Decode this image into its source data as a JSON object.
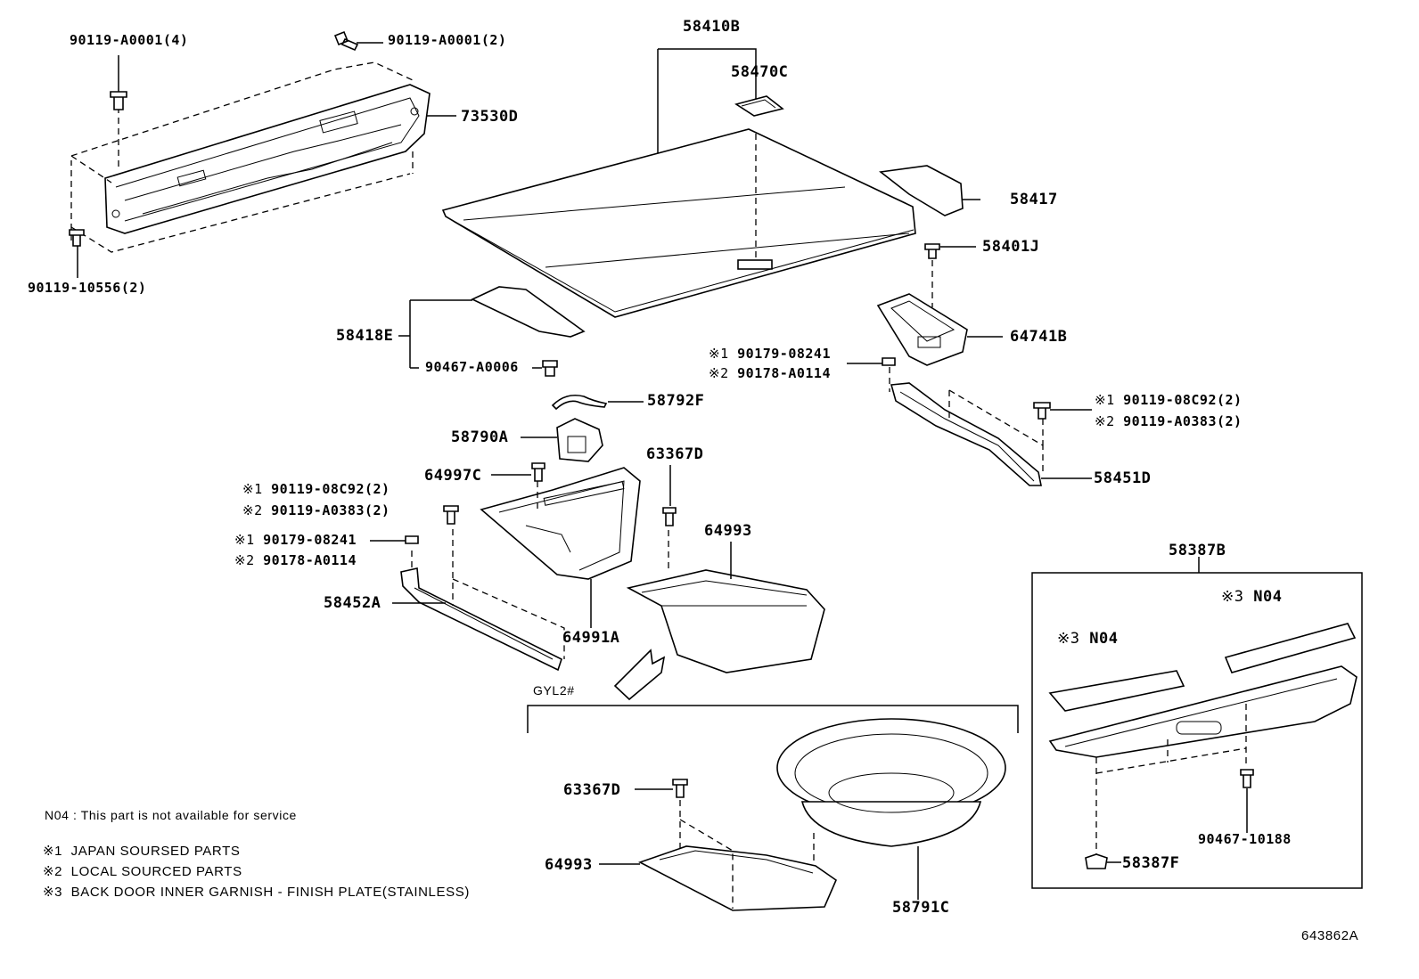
{
  "diagram": {
    "id": "643862A",
    "labels": {
      "p58410B": "58410B",
      "p58470C": "58470C",
      "p73530D": "73530D",
      "p58417": "58417",
      "p58401J": "58401J",
      "p58418E": "58418E",
      "p90467A0006": "90467-A0006",
      "p64741B": "64741B",
      "p58792F": "58792F",
      "p58790A": "58790A",
      "p64997C": "64997C",
      "p63367D_top": "63367D",
      "p64993_top": "64993",
      "p64991A": "64991A",
      "p58452A": "58452A",
      "p58451D": "58451D",
      "p58387B": "58387B",
      "p63367D_bot": "63367D",
      "p64993_bot": "64993",
      "p58791C": "58791C",
      "p90467_10188": "90467-10188",
      "p58387F": "58387F",
      "bolt_a0001_4": "90119-A0001(4)",
      "bolt_a0001_2": "90119-A0001(2)",
      "bolt_10556_2": "90119-10556(2)",
      "gyl2": "GYL2#"
    },
    "variant_labels": {
      "right_nut_1": "90179-08241",
      "right_nut_2": "90178-A0114",
      "right_bolt_1": "90119-08C92(2)",
      "right_bolt_2": "90119-A0383(2)",
      "left_bolt_1": "90119-08C92(2)",
      "left_bolt_2": "90119-A0383(2)",
      "left_nut_1": "90179-08241",
      "left_nut_2": "90178-A0114",
      "n04_right": "N04",
      "n04_left": "N04"
    },
    "marks": {
      "m1": "※1",
      "m2": "※2",
      "m3": "※3"
    },
    "notes": {
      "n04": "N04 : This part is not available for service",
      "note1": "JAPAN SOURSED PARTS",
      "note2": "LOCAL SOURCED PARTS",
      "note3": "BACK DOOR INNER GARNISH - FINISH PLATE(STAINLESS)"
    }
  }
}
